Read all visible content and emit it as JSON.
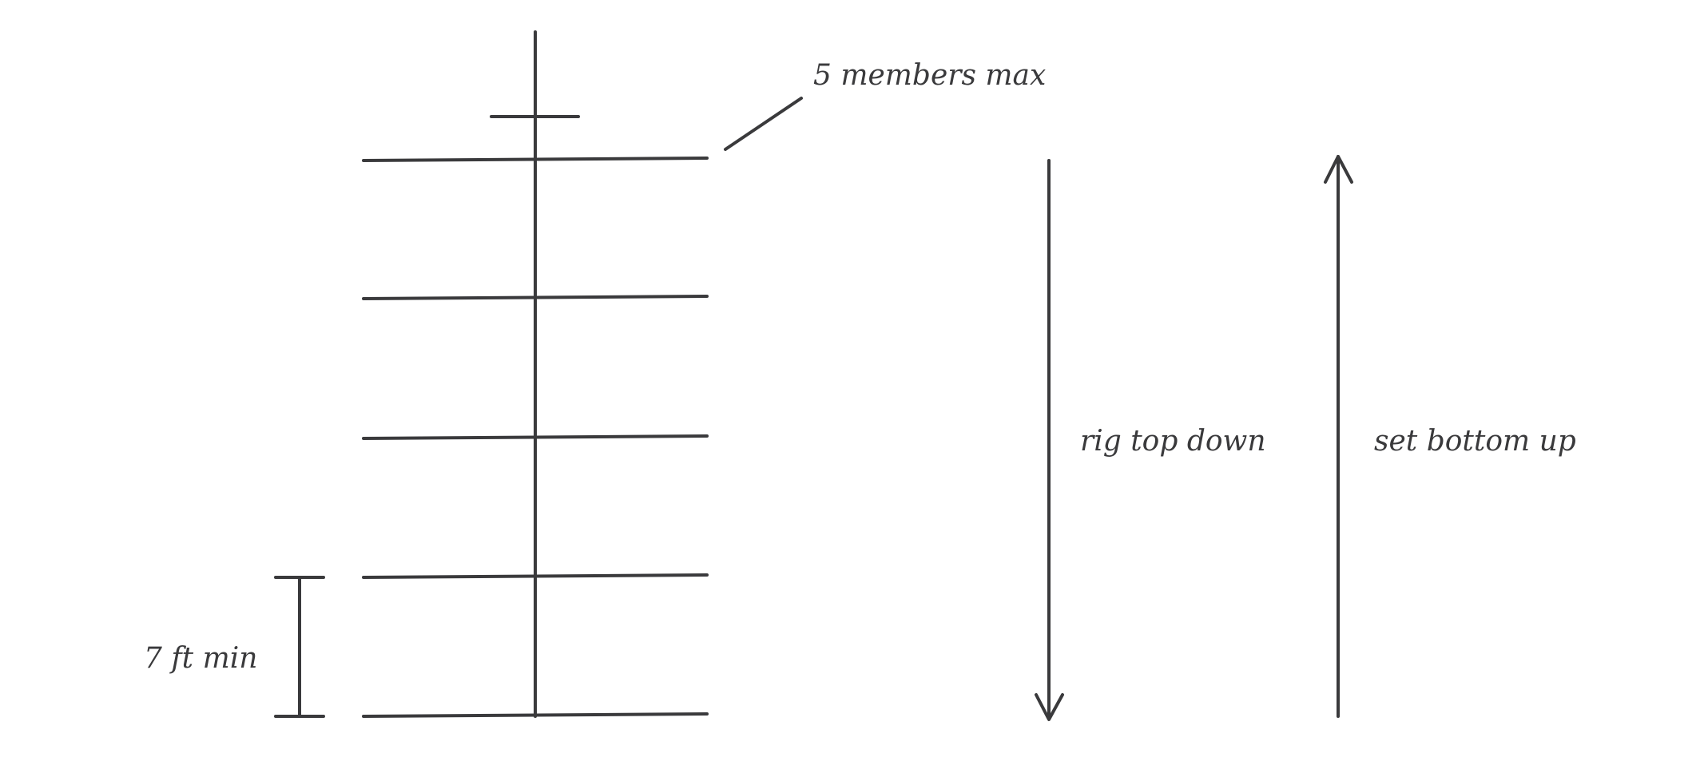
{
  "labels": {
    "max_members": "5 members max",
    "min_spacing": "7 ft min",
    "rig_direction": "rig top down",
    "set_direction": "set bottom up"
  },
  "colors": {
    "ink": "#3a3a3c",
    "background": "#ffffff"
  },
  "crossbar_count": 5
}
